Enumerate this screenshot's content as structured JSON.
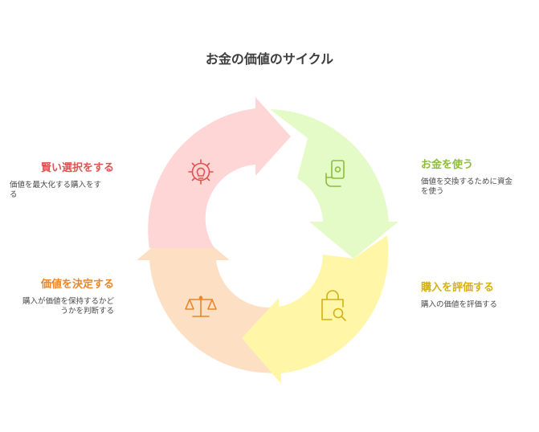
{
  "title": "お金の価値のサイクル",
  "steps": [
    {
      "title": "お金を使う",
      "desc_line1": "価値を交換するために資金",
      "desc_line2": "を使う",
      "color": "#8dbd3a",
      "icon": "money-hand-icon"
    },
    {
      "title": "購入を評価する",
      "desc_line1": "購入の価値を評価する",
      "desc_line2": "",
      "color": "#d4b015",
      "icon": "shopping-bag-search-icon"
    },
    {
      "title": "価値を決定する",
      "desc_line1": "購入が価値を保持するかど",
      "desc_line2": "うかを判断する",
      "color": "#e8862a",
      "icon": "balance-scale-icon"
    },
    {
      "title": "賢い選択をする",
      "desc_line1": "価値を最大化する購入をす",
      "desc_line2": "る",
      "color": "#e0524f",
      "icon": "gear-bulb-icon"
    }
  ],
  "segment_colors": {
    "top_right": "#e4fbc8",
    "bottom_right": "#fff6a8",
    "bottom_left": "#fddfc4",
    "top_left": "#ffd6d6"
  },
  "icon_colors": {
    "money": "#8dbd3a",
    "bag": "#d4b015",
    "scale": "#e8862a",
    "gear": "#e0524f"
  }
}
